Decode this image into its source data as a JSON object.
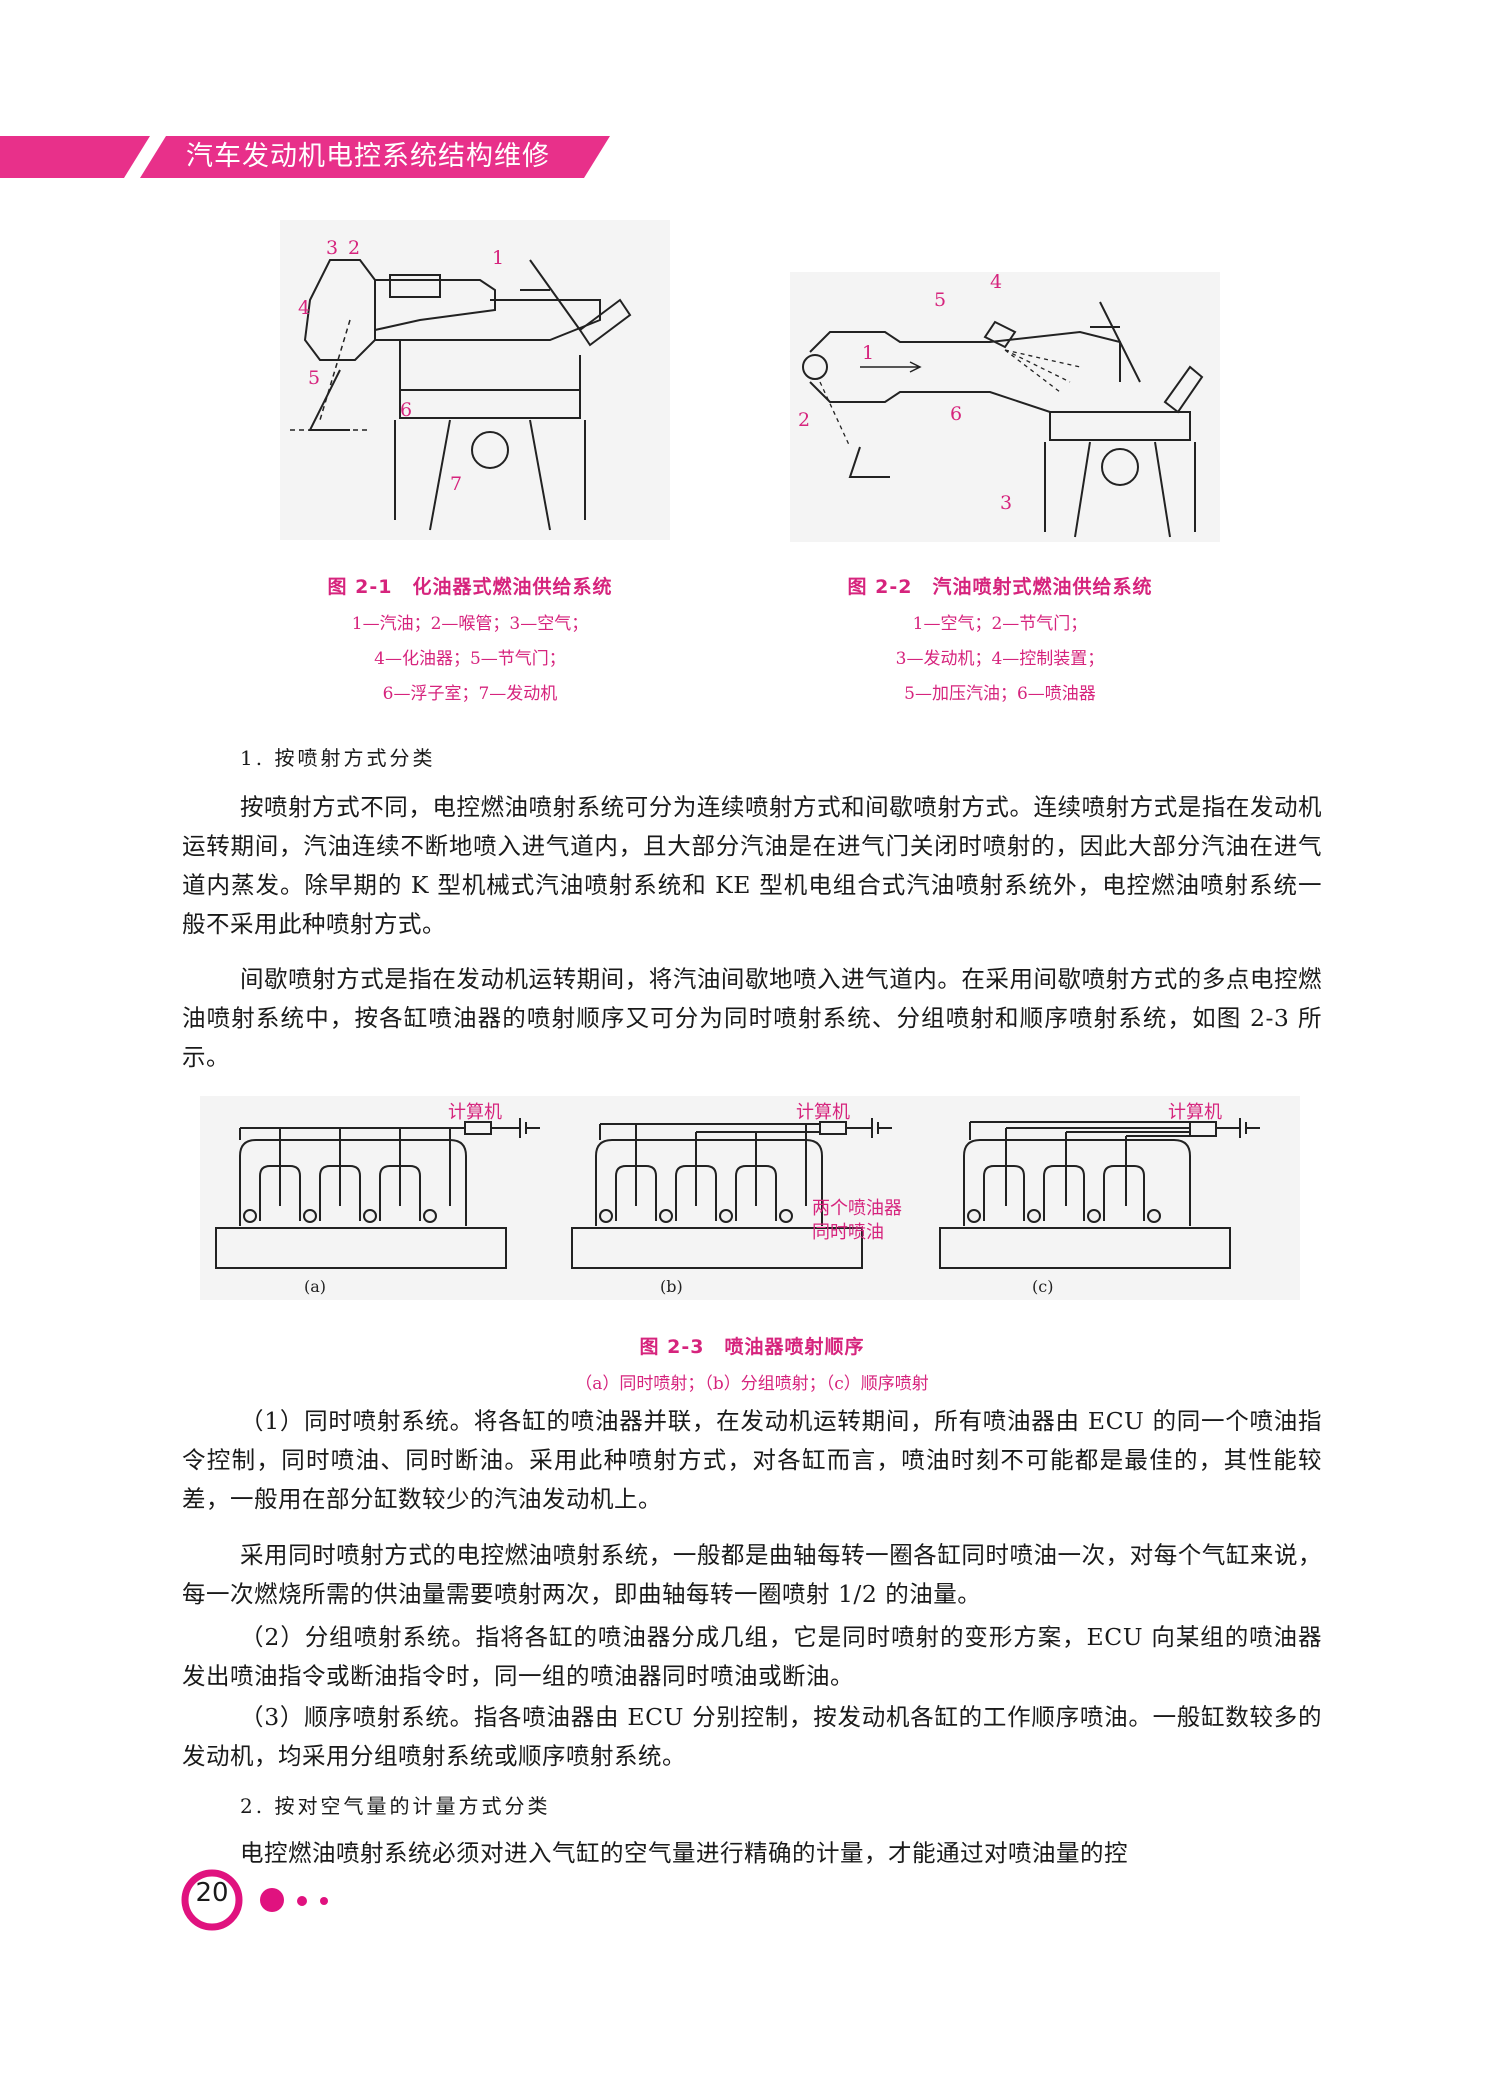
{
  "header": {
    "title": "汽车发动机电控系统结构维修",
    "band_color": "#e8308a"
  },
  "fig21": {
    "title": "图 2-1　化油器式燃油供给系统",
    "legend1": "1—汽油；2—喉管；3—空气；",
    "legend2": "4—化油器；5—节气门；",
    "legend3": "6—浮子室；7—发动机",
    "labels": [
      "1",
      "2",
      "3",
      "4",
      "5",
      "6",
      "7"
    ]
  },
  "fig22": {
    "title": "图 2-2　汽油喷射式燃油供给系统",
    "legend1": "1—空气；2—节气门；",
    "legend2": "3—发动机；4—控制装置；",
    "legend3": "5—加压汽油；6—喷油器",
    "labels": [
      "1",
      "2",
      "3",
      "4",
      "5",
      "6"
    ]
  },
  "section1": {
    "heading": "1. 按喷射方式分类",
    "p1": "按喷射方式不同，电控燃油喷射系统可分为连续喷射方式和间歇喷射方式。连续喷射方式是指在发动机运转期间，汽油连续不断地喷入进气道内，且大部分汽油是在进气门关闭时喷射的，因此大部分汽油在进气道内蒸发。除早期的 K 型机械式汽油喷射系统和 KE 型机电组合式汽油喷射系统外，电控燃油喷射系统一般不采用此种喷射方式。",
    "p2": "间歇喷射方式是指在发动机运转期间，将汽油间歇地喷入进气道内。在采用间歇喷射方式的多点电控燃油喷射系统中，按各缸喷油器的喷射顺序又可分为同时喷射系统、分组喷射和顺序喷射系统，如图 2-3 所示。"
  },
  "fig23": {
    "computer_label": "计算机",
    "note_line1": "两个喷油器",
    "note_line2": "同时喷油",
    "sub_a": "(a)",
    "sub_b": "(b)",
    "sub_c": "(c)",
    "title": "图 2-3　喷油器喷射顺序",
    "legend": "（a）同时喷射；（b）分组喷射；（c）顺序喷射"
  },
  "section1b": {
    "p3": "（1）同时喷射系统。将各缸的喷油器并联，在发动机运转期间，所有喷油器由 ECU 的同一个喷油指令控制，同时喷油、同时断油。采用此种喷射方式，对各缸而言，喷油时刻不可能都是最佳的，其性能较差，一般用在部分缸数较少的汽油发动机上。",
    "p4": "采用同时喷射方式的电控燃油喷射系统，一般都是曲轴每转一圈各缸同时喷油一次，对每个气缸来说，每一次燃烧所需的供油量需要喷射两次，即曲轴每转一圈喷射 1/2 的油量。",
    "p5": "（2）分组喷射系统。指将各缸的喷油器分成几组，它是同时喷射的变形方案，ECU 向某组的喷油器发出喷油指令或断油指令时，同一组的喷油器同时喷油或断油。",
    "p6": "（3）顺序喷射系统。指各喷油器由 ECU 分别控制，按发动机各缸的工作顺序喷油。一般缸数较多的发动机，均采用分组喷射系统或顺序喷射系统。"
  },
  "section2": {
    "heading": "2. 按对空气量的计量方式分类",
    "p1": "电控燃油喷射系统必须对进入气缸的空气量进行精确的计量，才能通过对喷油量的控"
  },
  "footer": {
    "page_number": "20",
    "accent": "#e0127f"
  }
}
